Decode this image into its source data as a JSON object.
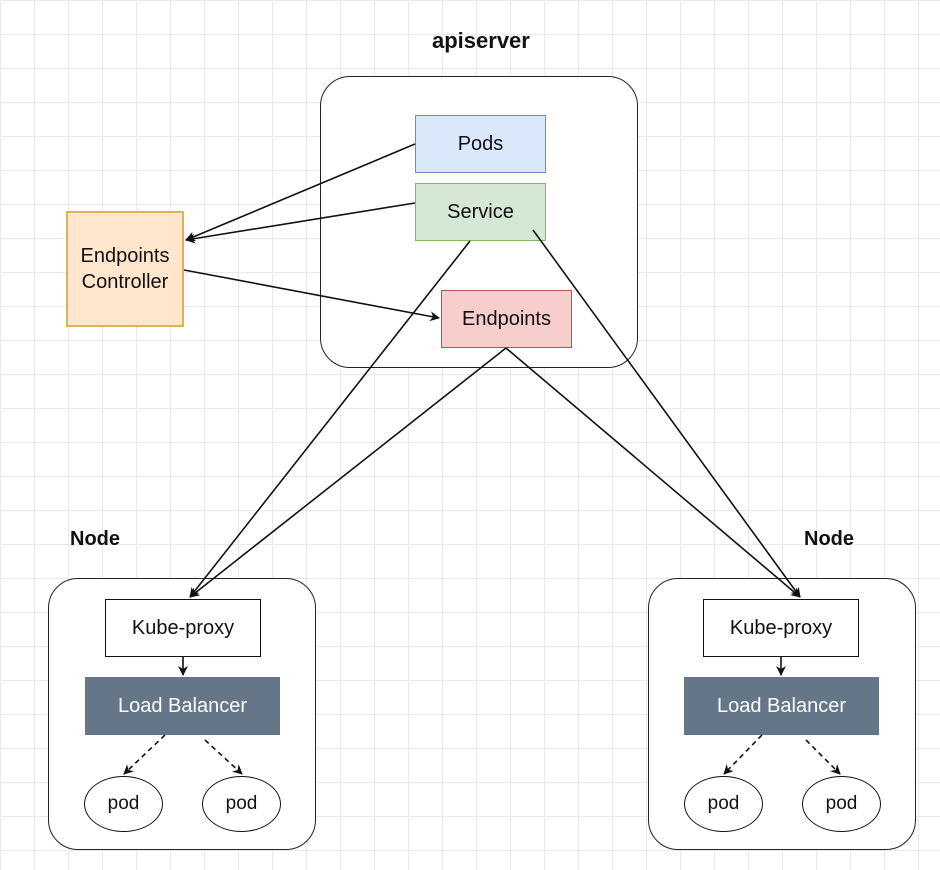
{
  "apiserver": {
    "title": "apiserver",
    "pods": "Pods",
    "service": "Service",
    "endpoints": "Endpoints"
  },
  "controller": {
    "line1": "Endpoints",
    "line2": "Controller"
  },
  "nodes": [
    {
      "title": "Node",
      "kube_proxy": "Kube-proxy",
      "load_balancer": "Load Balancer",
      "pods": [
        "pod",
        "pod"
      ]
    },
    {
      "title": "Node",
      "kube_proxy": "Kube-proxy",
      "load_balancer": "Load Balancer",
      "pods": [
        "pod",
        "pod"
      ]
    }
  ],
  "colors": {
    "pods_fill": "#dae8fc",
    "pods_stroke": "#6c8ebf",
    "service_fill": "#d5e8d4",
    "service_stroke": "#82b366",
    "endpoints_fill": "#f8cecc",
    "endpoints_stroke": "#b85450",
    "controller_fill": "#ffe6cc",
    "controller_stroke": "#d6b656",
    "load_balancer_fill": "#647687"
  }
}
